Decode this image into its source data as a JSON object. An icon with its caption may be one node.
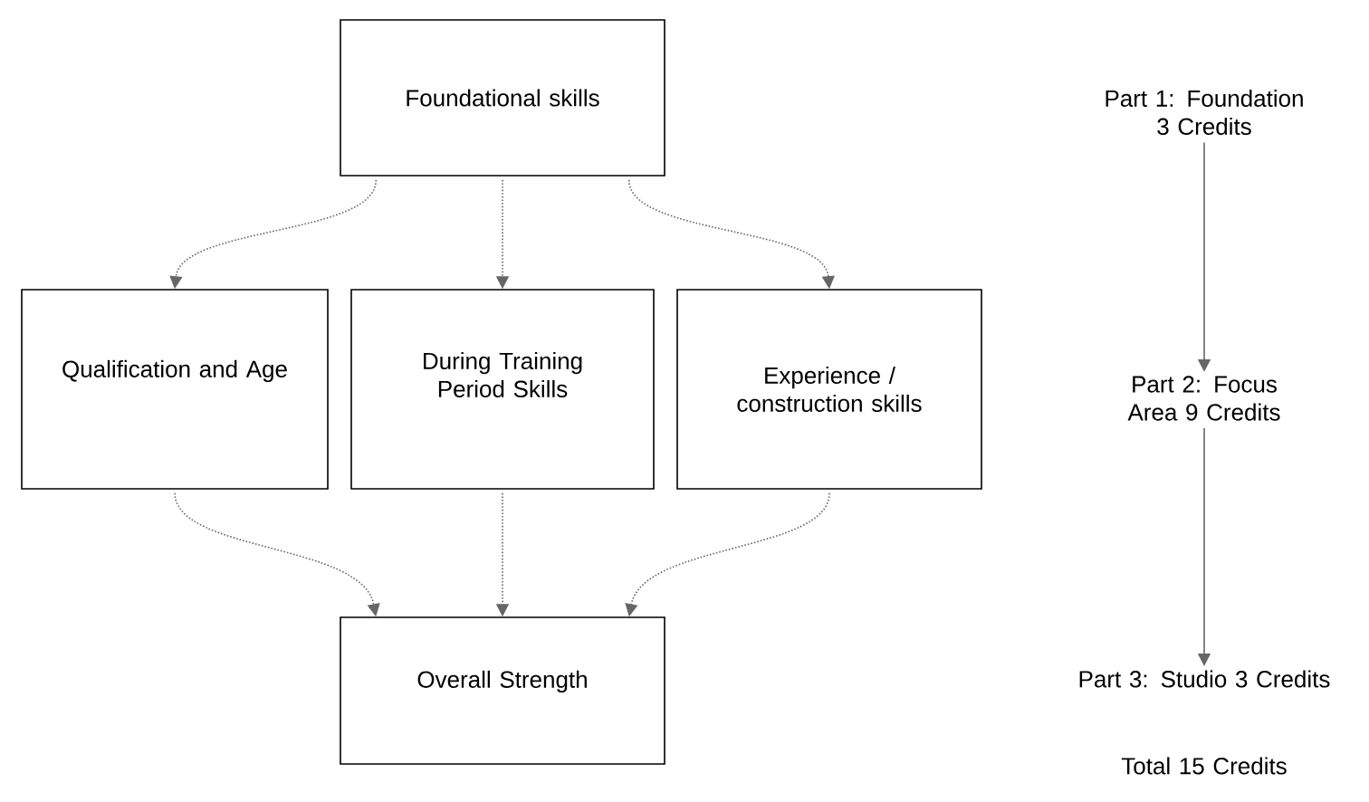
{
  "diagram": {
    "nodes": [
      {
        "text": [
          "Foundational skills"
        ]
      },
      {
        "text": [
          "Qualification and Age"
        ]
      },
      {
        "text": [
          "During Training Period Skills"
        ]
      },
      {
        "text": [
          "Experience / construction skills"
        ]
      },
      {
        "text": [
          "Overall Strength"
        ]
      },
      {
        "text": [
          "Part 1: Foundation 3 Credits"
        ]
      },
      {
        "text": [
          "Part 2: Focus Area 9 Credits"
        ]
      },
      {
        "text": [
          "Part 3: Studio 3 Credits"
        ]
      }
    ],
    "edges": [
      {
        "from": 0,
        "to": 1,
        "arrow": "to",
        "style": "dashed"
      },
      {
        "from": 0,
        "to": 2,
        "arrow": "to",
        "style": "dashed"
      },
      {
        "from": 0,
        "to": 3,
        "arrow": "to",
        "style": "dashed"
      },
      {
        "from": 1,
        "to": 4,
        "arrow": "to",
        "style": "dashed"
      },
      {
        "from": 2,
        "to": 4,
        "arrow": "to",
        "style": "dashed"
      },
      {
        "from": 3,
        "to": 4,
        "arrow": "to",
        "style": "dashed"
      },
      {
        "from": 5,
        "to": 6,
        "arrow": "to"
      },
      {
        "from": 6,
        "to": 7,
        "arrow": "to"
      }
    ],
    "labels": [
      "Total 15 Credits"
    ]
  }
}
